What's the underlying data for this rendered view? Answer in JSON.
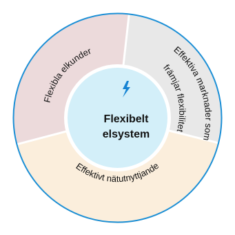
{
  "diagram": {
    "center": {
      "icon": "lightning-bolt-icon",
      "line1": "Flexibelt",
      "line2": "elsystem"
    },
    "segments": [
      {
        "label": "Flexibla elkunder",
        "color": "#ecdadb"
      },
      {
        "label_line1": "Effektiva marknader som",
        "label_line2": "främjar flexibilitet",
        "color": "#e8e8e8"
      },
      {
        "label": "Effektivt nätutnyttjande",
        "color": "#fbeedc"
      }
    ],
    "colors": {
      "ring_outline": "#1b8fd6",
      "center_fill": "#d3eff9",
      "divider": "#ffffff",
      "icon": "#1583d3"
    }
  }
}
